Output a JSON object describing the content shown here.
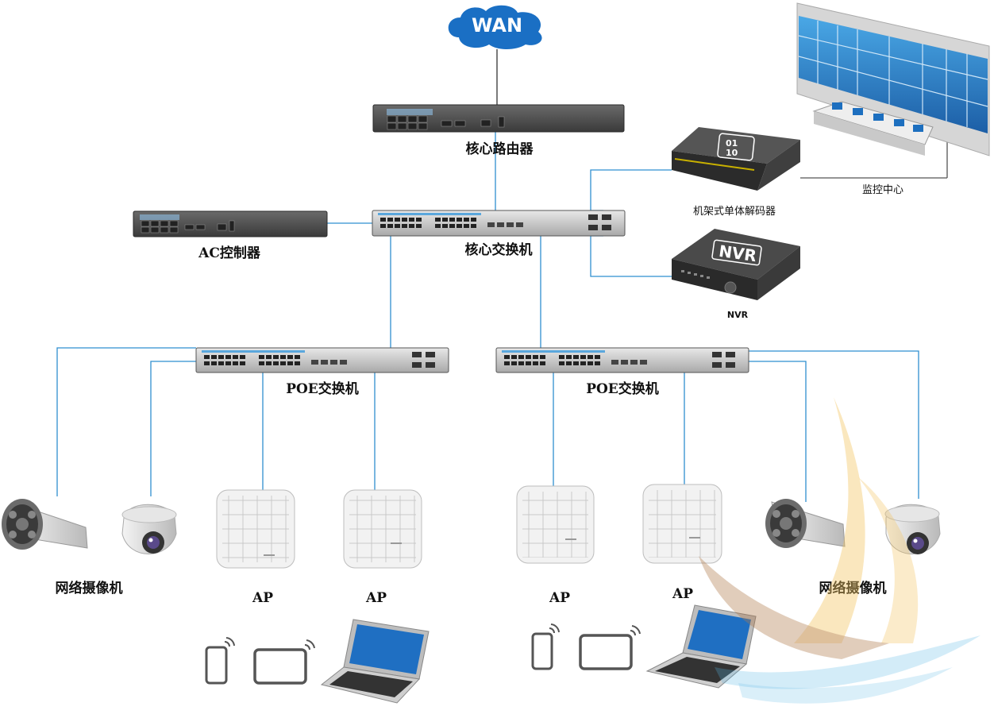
{
  "wan": {
    "label": "WAN"
  },
  "core_router": {
    "label": "核心路由器"
  },
  "ac_controller": {
    "label": "AC控制器"
  },
  "core_switch": {
    "label": "核心交换机"
  },
  "decoder": {
    "label": "机架式单体解码器",
    "icon_text_top": "01",
    "icon_text_bottom": "10"
  },
  "monitor_center": {
    "label": "监控中心"
  },
  "nvr": {
    "label": "NVR",
    "box_text": "NVR"
  },
  "poe_left": {
    "label": "POE交换机"
  },
  "poe_right": {
    "label": "POE交换机"
  },
  "cameras_left": {
    "label": "网络摄像机"
  },
  "cameras_right": {
    "label": "网络摄像机"
  },
  "ap_labels": [
    "AP",
    "AP",
    "AP",
    "AP"
  ],
  "colors": {
    "link": "#2f8fd0",
    "link_dark": "#333333",
    "wan_cloud": "#1a6fc4",
    "device": "#4a4a4a"
  }
}
